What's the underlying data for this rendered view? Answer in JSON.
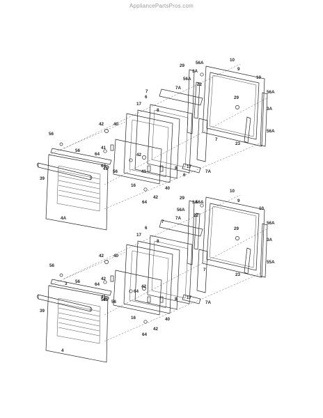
{
  "watermark": "AppliancePartsPros.com",
  "labels": {
    "upper": [
      "10",
      "56A",
      "29",
      "3A",
      "9",
      "56A",
      "22",
      "10",
      "7",
      "7A",
      "29",
      "56A",
      "6",
      "3A",
      "17",
      "8",
      "56A",
      "7",
      "56",
      "42",
      "40",
      "41",
      "23",
      "64",
      "42",
      "56",
      "41",
      "8",
      "17",
      "7A",
      "64",
      "41",
      "56",
      "16",
      "39",
      "6",
      "40",
      "42",
      "4A",
      "64"
    ],
    "lower": [
      "10",
      "29",
      "56A",
      "3A",
      "9",
      "7",
      "56A",
      "10",
      "7A",
      "22",
      "6",
      "56A",
      "8",
      "29",
      "17",
      "3A",
      "42",
      "40",
      "56",
      "7",
      "55A",
      "56",
      "3",
      "64",
      "42",
      "23",
      "56",
      "41",
      "42",
      "8",
      "17",
      "64",
      "56",
      "41",
      "7A",
      "39",
      "16",
      "40",
      "4",
      "42",
      "64"
    ]
  }
}
